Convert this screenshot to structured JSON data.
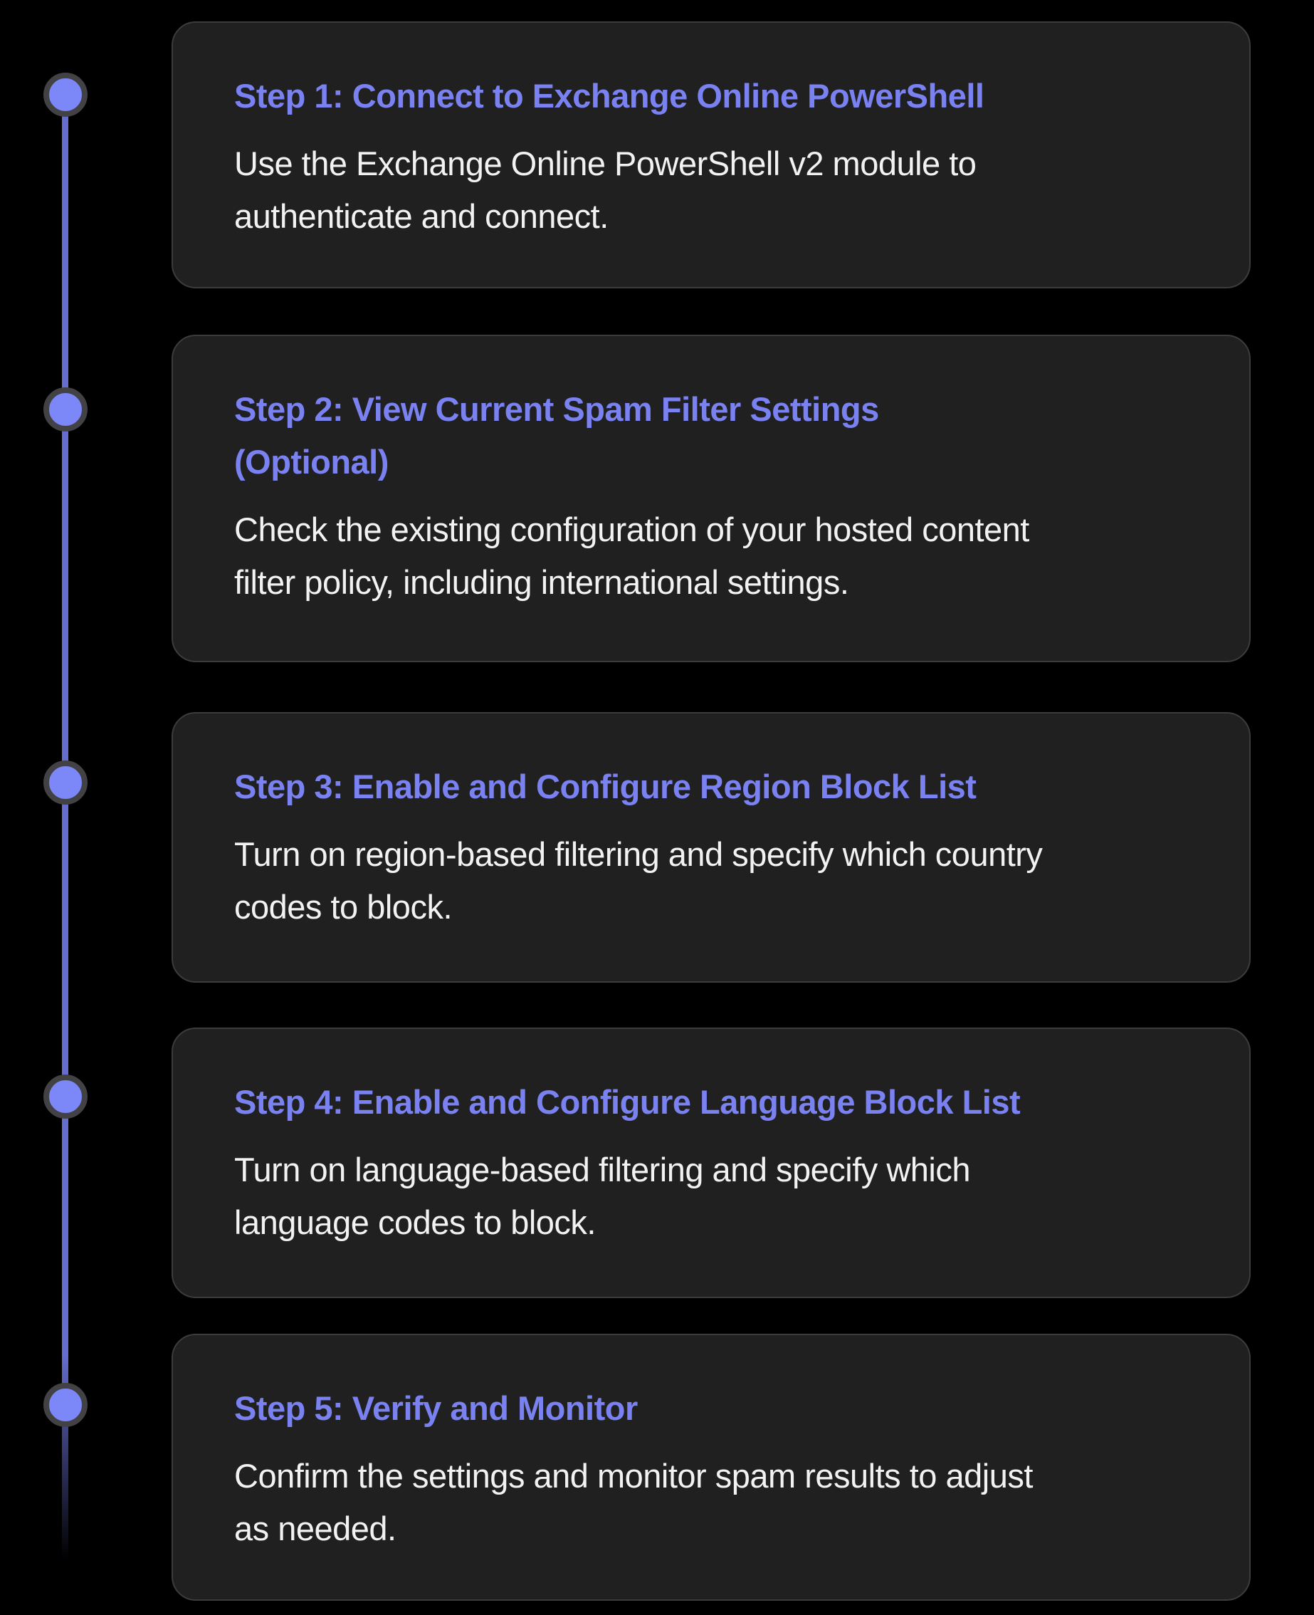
{
  "theme": {
    "page_bg": "#000000",
    "accent": "#7a81f0",
    "card_bg": "#202021",
    "card_border": "#3c3c3e",
    "body_text": "#f2f2f2",
    "node_fill": "#7c87f8",
    "node_ring": "#424244",
    "line_color": "#666dcf"
  },
  "timeline": {
    "steps": [
      {
        "title": "Step 1: Connect to Exchange Online PowerShell",
        "description": "Use the Exchange Online PowerShell v2 module to\nauthenticate and connect."
      },
      {
        "title": "Step 2: View Current Spam Filter Settings\n(Optional)",
        "description": "Check the existing configuration of your hosted content\nfilter policy, including international settings."
      },
      {
        "title": "Step 3: Enable and Configure Region Block List",
        "description": "Turn on region-based filtering and specify which country\ncodes to block."
      },
      {
        "title": "Step 4: Enable and Configure Language Block List",
        "description": "Turn on language-based filtering and specify which\nlanguage codes to block."
      },
      {
        "title": "Step 5: Verify and Monitor",
        "description": "Confirm the settings and monitor spam results to adjust\nas needed."
      }
    ]
  }
}
